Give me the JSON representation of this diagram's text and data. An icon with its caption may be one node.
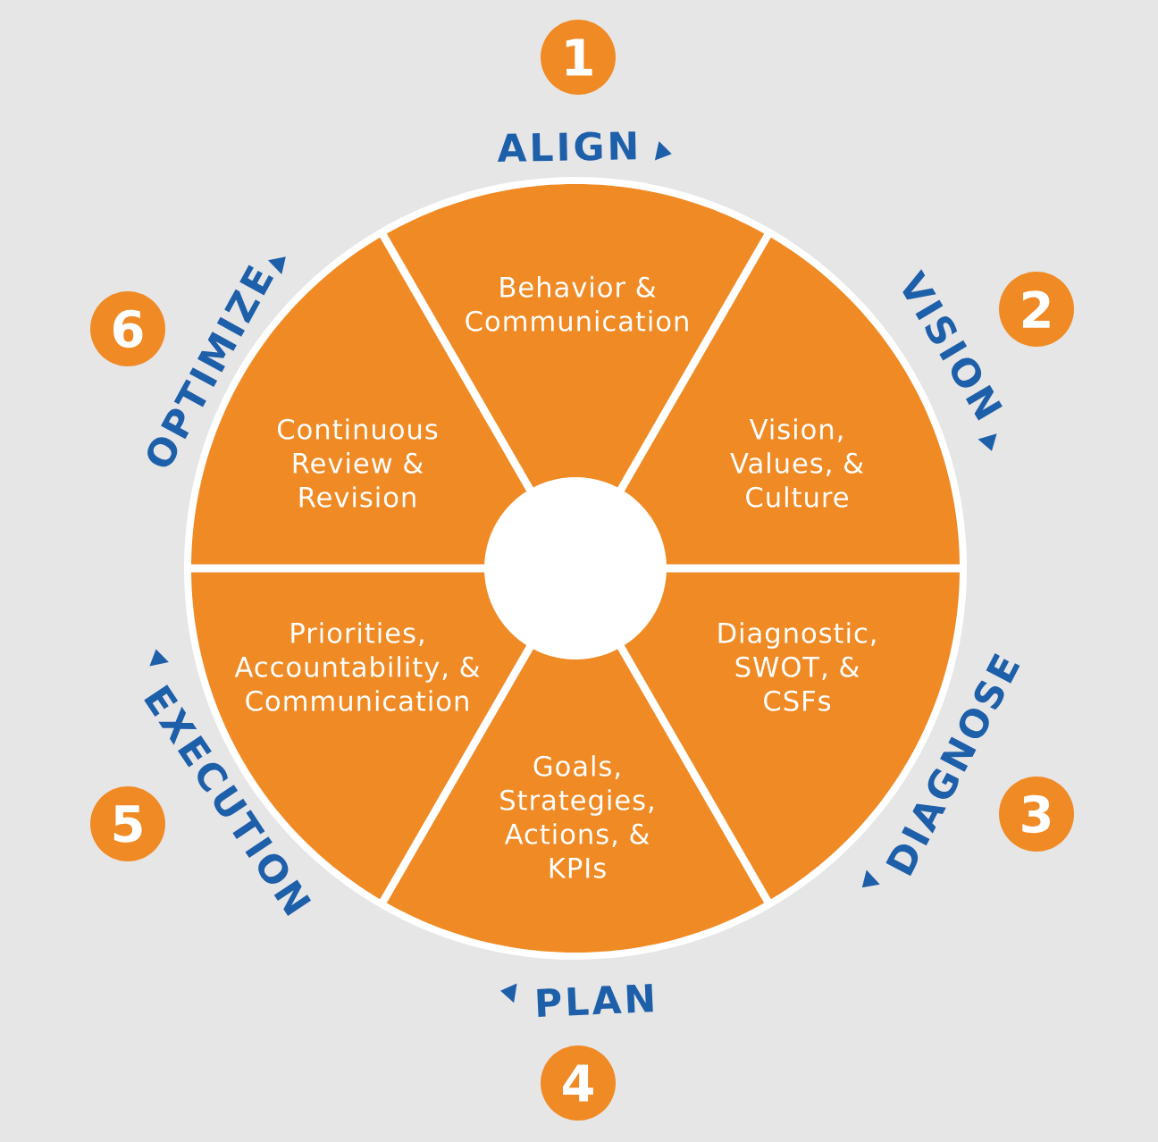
{
  "diagram": {
    "nodes": [
      {
        "text": [
          "1"
        ],
        "beside": [
          "ALIGN"
        ]
      },
      {
        "text": [
          "Behavior & Communication"
        ]
      },
      {
        "text": [
          "2"
        ],
        "beside": [
          "VISION"
        ]
      },
      {
        "text": [
          "Vision, Values, & Culture"
        ]
      },
      {
        "text": [
          "3"
        ],
        "beside": [
          "DIAGNOSE"
        ]
      },
      {
        "text": [
          "Diagnostic, SWOT, & CSFs"
        ]
      },
      {
        "text": [
          "4"
        ],
        "beside": [
          "PLAN"
        ]
      },
      {
        "text": [
          "Goals, Strategies, Actions, & KPIs"
        ]
      },
      {
        "text": [
          "5"
        ],
        "beside": [
          "EXECUTION"
        ]
      },
      {
        "text": [
          "Priorities, Accountability, & Communication"
        ]
      },
      {
        "text": [
          "6"
        ],
        "beside": [
          "OPTIMIZE"
        ]
      },
      {
        "text": [
          "Continuous Review & Revision"
        ]
      }
    ]
  }
}
